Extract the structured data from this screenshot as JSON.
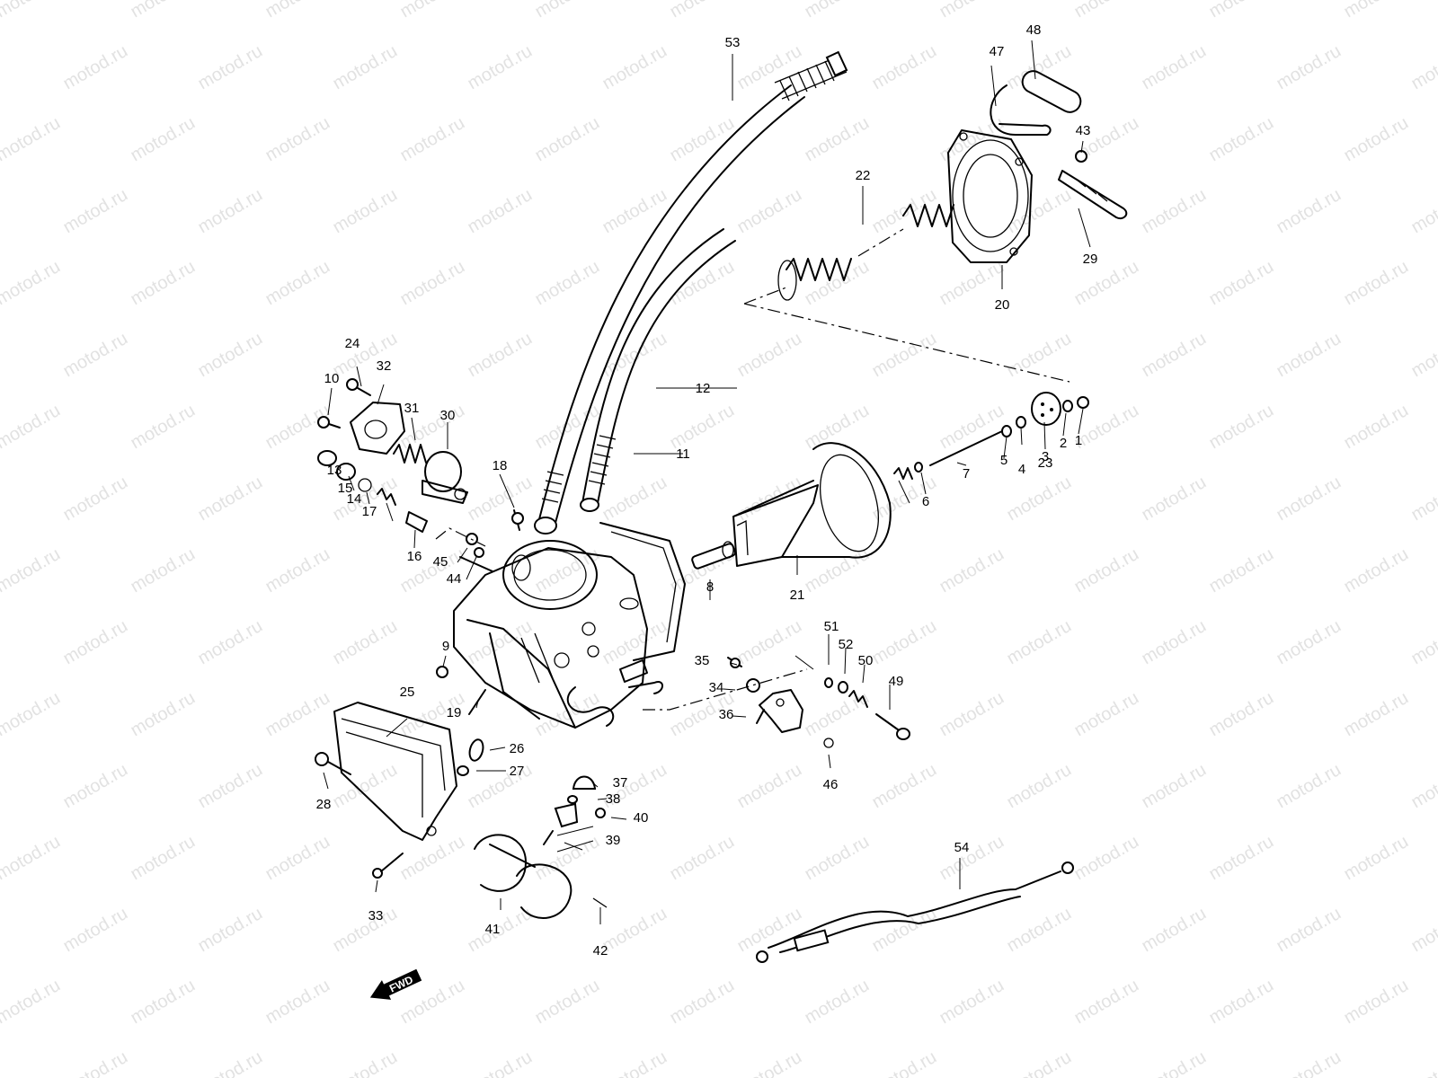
{
  "watermark": {
    "text": "motod.ru"
  },
  "direction_badge": {
    "label": "FWD"
  },
  "callouts": [
    {
      "id": "1",
      "label": "1"
    },
    {
      "id": "2",
      "label": "2"
    },
    {
      "id": "3",
      "label": "3"
    },
    {
      "id": "4",
      "label": "4"
    },
    {
      "id": "5",
      "label": "5"
    },
    {
      "id": "6",
      "label": "6"
    },
    {
      "id": "7",
      "label": "7"
    },
    {
      "id": "8",
      "label": "8"
    },
    {
      "id": "9",
      "label": "9"
    },
    {
      "id": "10",
      "label": "10"
    },
    {
      "id": "11",
      "label": "11"
    },
    {
      "id": "12",
      "label": "12"
    },
    {
      "id": "13",
      "label": "13"
    },
    {
      "id": "14",
      "label": "14"
    },
    {
      "id": "15",
      "label": "15"
    },
    {
      "id": "16",
      "label": "16"
    },
    {
      "id": "17",
      "label": "17"
    },
    {
      "id": "18",
      "label": "18"
    },
    {
      "id": "19",
      "label": "19"
    },
    {
      "id": "20",
      "label": "20"
    },
    {
      "id": "21",
      "label": "21"
    },
    {
      "id": "22",
      "label": "22"
    },
    {
      "id": "23",
      "label": "23"
    },
    {
      "id": "24",
      "label": "24"
    },
    {
      "id": "25",
      "label": "25"
    },
    {
      "id": "26",
      "label": "26"
    },
    {
      "id": "27",
      "label": "27"
    },
    {
      "id": "28",
      "label": "28"
    },
    {
      "id": "29",
      "label": "29"
    },
    {
      "id": "30",
      "label": "30"
    },
    {
      "id": "31",
      "label": "31"
    },
    {
      "id": "32",
      "label": "32"
    },
    {
      "id": "33",
      "label": "33"
    },
    {
      "id": "34",
      "label": "34"
    },
    {
      "id": "35",
      "label": "35"
    },
    {
      "id": "36",
      "label": "36"
    },
    {
      "id": "37",
      "label": "37"
    },
    {
      "id": "38",
      "label": "38"
    },
    {
      "id": "39",
      "label": "39"
    },
    {
      "id": "40",
      "label": "40"
    },
    {
      "id": "41",
      "label": "41"
    },
    {
      "id": "42",
      "label": "42"
    },
    {
      "id": "43",
      "label": "43"
    },
    {
      "id": "44",
      "label": "44"
    },
    {
      "id": "45",
      "label": "45"
    },
    {
      "id": "46",
      "label": "46"
    },
    {
      "id": "47",
      "label": "47"
    },
    {
      "id": "48",
      "label": "48"
    },
    {
      "id": "49",
      "label": "49"
    },
    {
      "id": "50",
      "label": "50"
    },
    {
      "id": "51",
      "label": "51"
    },
    {
      "id": "52",
      "label": "52"
    },
    {
      "id": "53",
      "label": "53"
    },
    {
      "id": "54",
      "label": "54"
    }
  ]
}
